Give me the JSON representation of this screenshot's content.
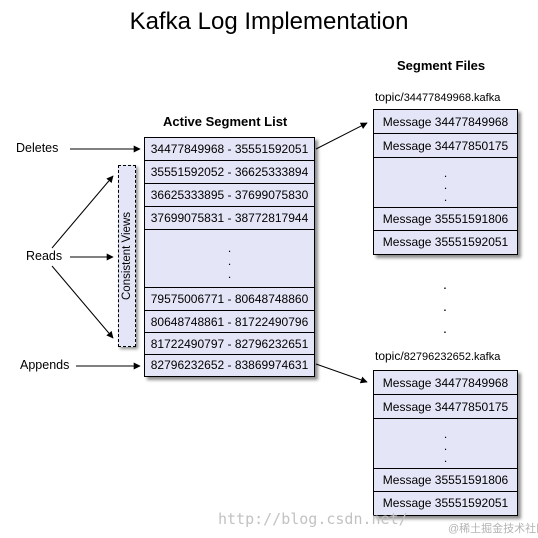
{
  "title": "Kafka Log Implementation",
  "segment_files_header": "Segment Files",
  "active_list_header": "Active Segment List",
  "side_labels": {
    "deletes": "Deletes",
    "reads": "Reads",
    "appends": "Appends"
  },
  "consistent_views": "Consistent Views",
  "active_segments": {
    "top": [
      "34477849968 - 35551592051",
      "35551592052 - 36625333894",
      "36625333895 - 37699075830",
      "37699075831 - 38772817944"
    ],
    "bottom": [
      "79575006771 - 80648748860",
      "80648748861 - 81722490796",
      "81722490797 - 82796232651",
      "82796232652 - 83869974631"
    ]
  },
  "segment_files": [
    {
      "topic_prefix": "topic/",
      "file": "34477849968.kafka",
      "messages_top": [
        "Message 34477849968",
        "Message 34477850175"
      ],
      "messages_bottom": [
        "Message 35551591806",
        "Message 35551592051"
      ]
    },
    {
      "topic_prefix": "topic/",
      "file": "82796232652.kafka",
      "messages_top": [
        "Message 34477849968",
        "Message 34477850175"
      ],
      "messages_bottom": [
        "Message 35551591806",
        "Message 35551592051"
      ]
    }
  ],
  "ellipsis_dot": ".",
  "watermark": "http://blog.csdn.net/",
  "watermark_cn": "@稀土掘金技术社区"
}
